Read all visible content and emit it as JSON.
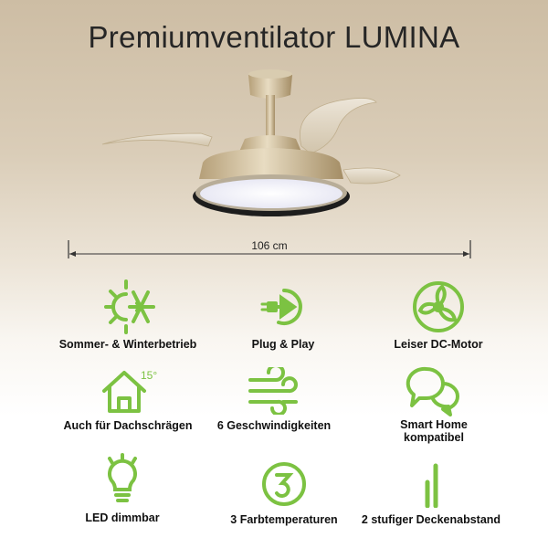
{
  "title": "Premiumventilator LUMINA",
  "dimension": {
    "label": "106 cm"
  },
  "accent_color": "#7cc242",
  "features": [
    {
      "label": "Sommer- & Winterbetrieb",
      "icon": "sun-snowflake-icon"
    },
    {
      "label": "Plug & Play",
      "icon": "plug-play-icon"
    },
    {
      "label": "Leiser DC-Motor",
      "icon": "fan-motor-icon"
    },
    {
      "label": "Auch für Dachschrägen",
      "icon": "sloped-roof-house-icon",
      "icon_text": "15°"
    },
    {
      "label": "6 Geschwindigkeiten",
      "icon": "wind-icon"
    },
    {
      "label_line1": "Smart Home",
      "label_line2": "kompatibel",
      "icon": "chat-bubbles-icon"
    },
    {
      "label": "LED dimmbar",
      "icon": "light-bulb-icon"
    },
    {
      "label": "3 Farbtemperaturen",
      "icon": "circled-three-icon"
    },
    {
      "label": "2 stufiger Deckenabstand",
      "icon": "two-bars-icon"
    }
  ]
}
